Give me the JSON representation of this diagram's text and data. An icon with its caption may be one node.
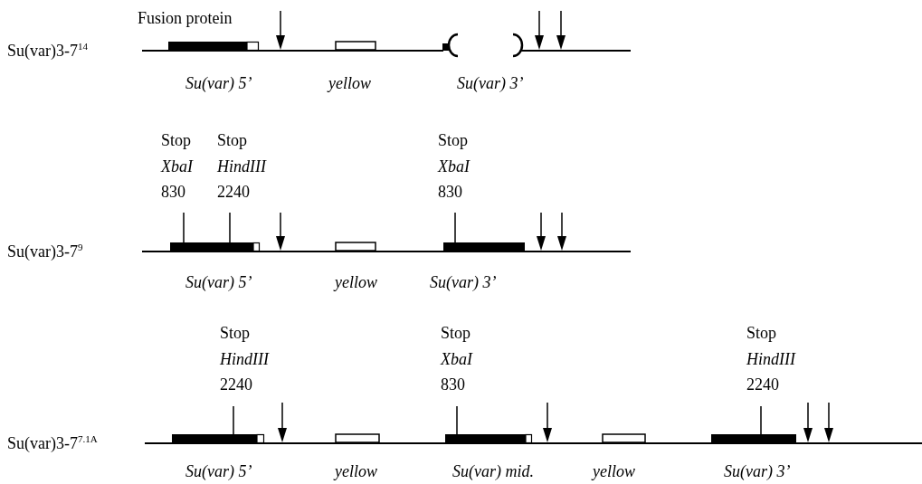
{
  "diagram": {
    "labels": [
      "Fusion protein",
      "Su(var)3-7$^{14}$",
      "Su(var) 5’",
      "yellow",
      "Su(var) 3’",
      "Stop",
      "Stop",
      "Stop",
      "XbaI",
      "HindIII",
      "XbaI",
      "830",
      "2240",
      "830",
      "Su(var)3-7$^{9}$",
      "Su(var) 5’",
      "yellow",
      "Su(var) 3’",
      "Stop",
      "Stop",
      "Stop",
      "HindIII",
      "XbaI",
      "HindIII",
      "2240",
      "830",
      "2240",
      "Su(var)3-7$^{7.1A}$",
      "Su(var) 5’",
      "yellow",
      "Su(var) mid.",
      "yellow",
      "Su(var) 3’"
    ]
  }
}
